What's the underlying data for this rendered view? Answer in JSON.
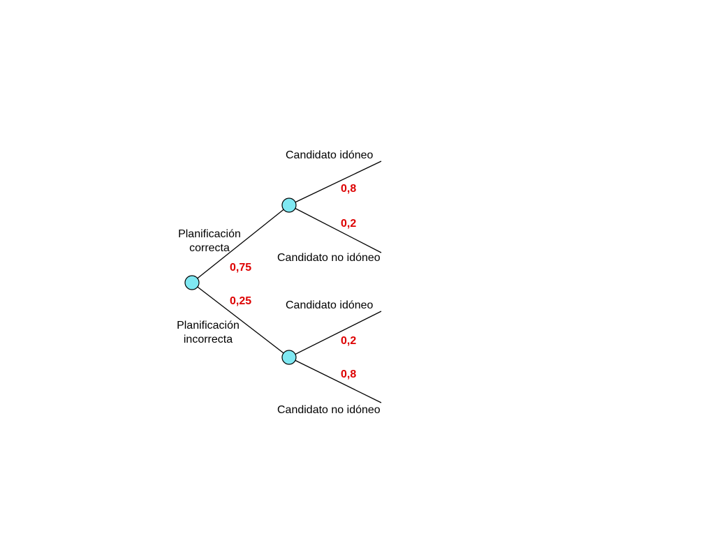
{
  "colors": {
    "node_fill": "#7FE8F2",
    "line": "#000000",
    "probability": "#DD0000",
    "text": "#000000"
  },
  "root": {
    "branches": [
      {
        "label_line1": "Planificación",
        "label_line2": "correcta",
        "probability": "0,75",
        "children": [
          {
            "label": "Candidato idóneo",
            "probability": "0,8"
          },
          {
            "label": "Candidato no idóneo",
            "probability": "0,2"
          }
        ]
      },
      {
        "label_line1": "Planificación",
        "label_line2": "incorrecta",
        "probability": "0,25",
        "children": [
          {
            "label": "Candidato idóneo",
            "probability": "0,2"
          },
          {
            "label": "Candidato no idóneo",
            "probability": "0,8"
          }
        ]
      }
    ]
  }
}
